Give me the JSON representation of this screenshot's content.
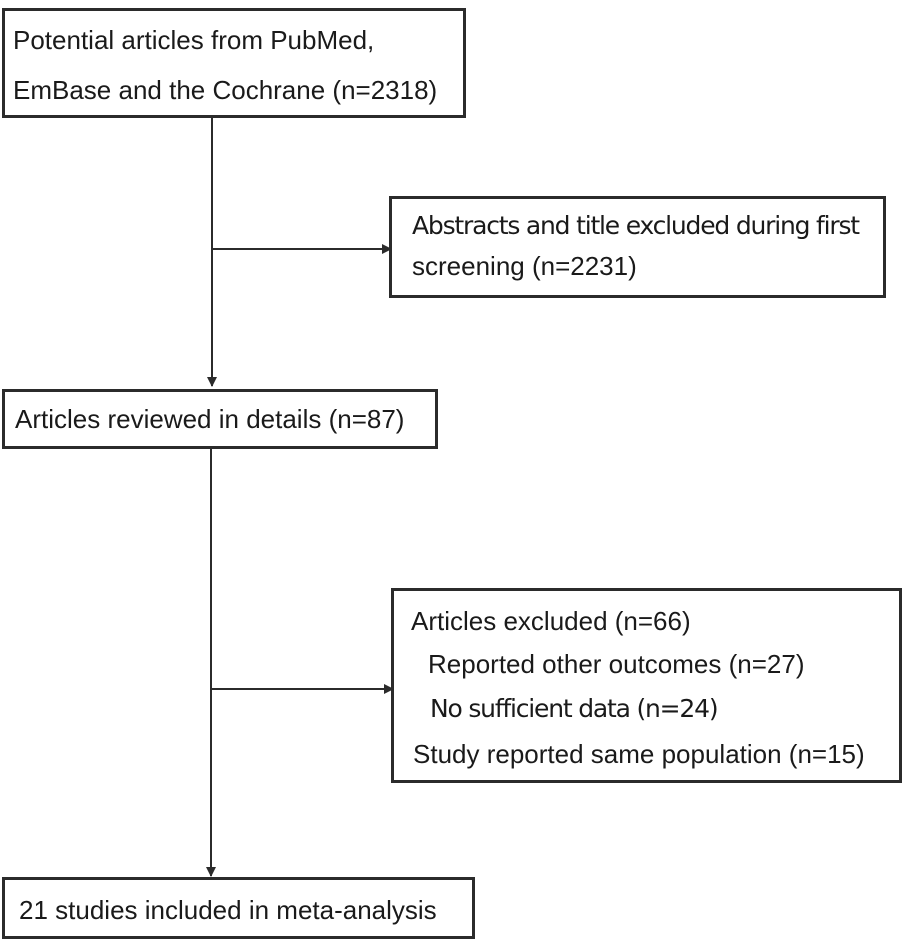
{
  "boxes": {
    "source": {
      "line1": "Potential articles from PubMed,",
      "line2": "EmBase and the Cochrane (n=2318)"
    },
    "first_exclusion": {
      "line1": "Abstracts and title excluded during first",
      "line2": "screening (n=2231)"
    },
    "reviewed": {
      "line1": "Articles reviewed in details (n=87)"
    },
    "second_exclusion": {
      "heading": "Articles excluded (n=66)",
      "reasons": [
        "Reported other outcomes (n=27)",
        "No sufficient data (n=24)",
        "Study reported same population (n=15)"
      ]
    },
    "included": {
      "line1": "21 studies included in meta-analysis"
    }
  }
}
